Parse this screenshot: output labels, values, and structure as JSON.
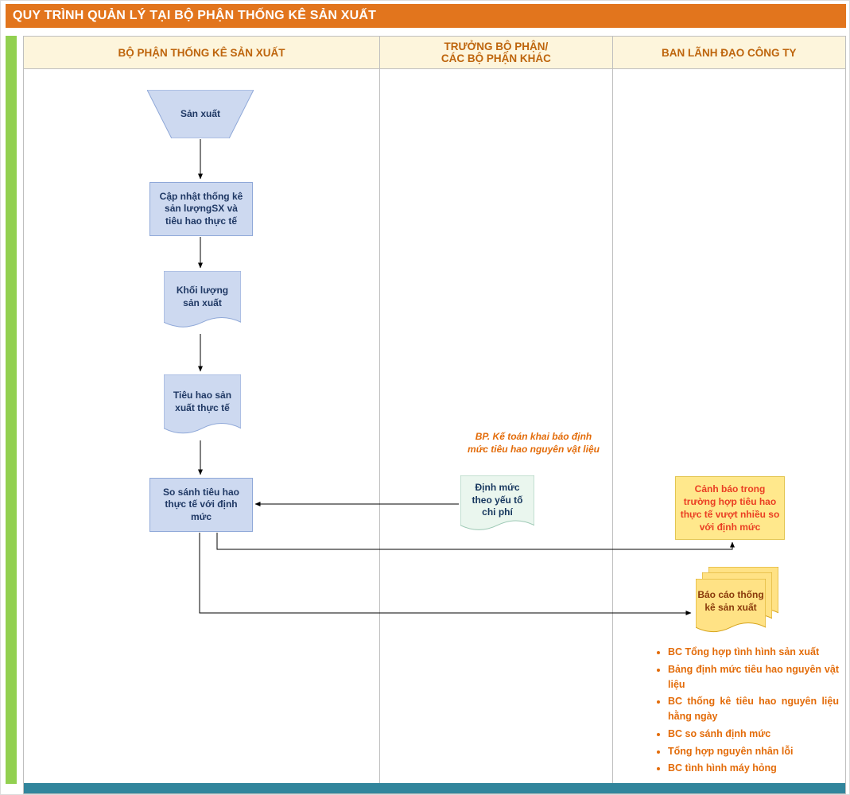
{
  "title": "QUY TRÌNH QUẢN LÝ TẠI BỘ PHẬN THỐNG KÊ SẢN XUẤT",
  "lanes": {
    "lane1": "BỘ PHẬN THỐNG KÊ SẢN XUẤT",
    "lane2": "TRƯỞNG BỘ PHẬN/\nCÁC BỘ PHẬN KHÁC",
    "lane3": "BAN LÃNH ĐẠO CÔNG TY"
  },
  "nodes": {
    "production": "Sản xuất",
    "update_stats": "Cập nhật thống kê sản lượngSX và tiêu hao thực tế",
    "production_volume": "Khối lượng sản xuất",
    "actual_consumption": "Tiêu hao sản xuất thực tế",
    "compare": "So sánh tiêu hao thực tế với định mức",
    "cost_norm": "Định mức theo yếu tố chi phí",
    "warning": "Cảnh báo trong trường hợp tiêu hao thực tế vượt nhiều so với định mức",
    "report": "Báo cáo thống kê sản xuất"
  },
  "notes": {
    "accounting_note": "BP. Kế toán khai báo định mức tiêu hao nguyên vật liệu"
  },
  "report_list": [
    "BC Tổng hợp tình hình sản xuất",
    "Bảng định mức tiêu hao nguyên vật liệu",
    "BC thống kê tiêu hao nguyên liệu hằng ngày",
    "BC so sánh định mức",
    "Tổng hợp nguyên nhân lỗi",
    "BC tình hình máy hỏng"
  ],
  "colors": {
    "title_bar": "#E2751D",
    "header_bg": "#FDF5DC",
    "header_text": "#BE650D",
    "left_strip": "#92D050",
    "bottom_strip": "#31859C",
    "node_fill": "#CDD9F0",
    "node_border": "#8FA8D8",
    "node_text": "#1F3864",
    "mint_doc_fill": "#EAF6EE",
    "warning_fill": "#FFE88C",
    "warning_text": "#EA3E23",
    "report_doc_fill": "#FFE285",
    "report_doc_text": "#8A3A0B",
    "list_text": "#E36C0A"
  }
}
